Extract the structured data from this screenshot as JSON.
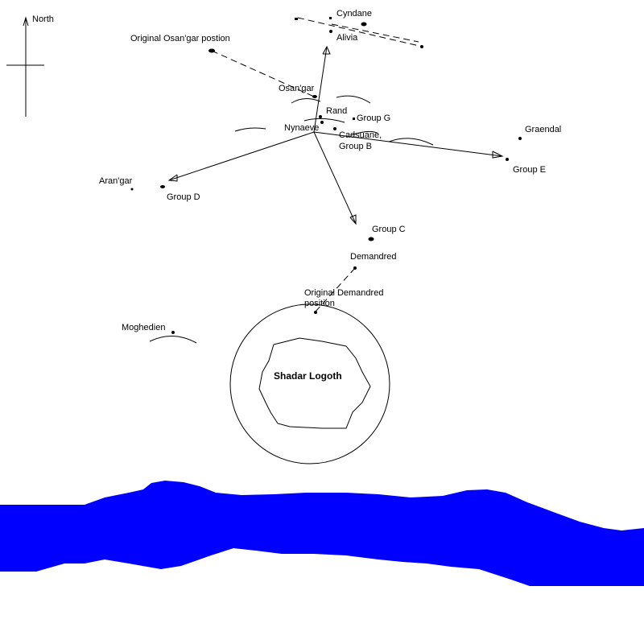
{
  "compass": {
    "label": "North"
  },
  "city": {
    "name": "Shadar Logoth"
  },
  "labels": {
    "cyndane": "Cyndane",
    "alivia": "Alivia",
    "original_osangar": "Original Osan'gar postion",
    "osangar": "Osan'gar",
    "rand": "Rand",
    "group_g": "Group G",
    "nynaeve": "Nynaeve",
    "cadsuane_line1": "Cadsuane,",
    "cadsuane_line2": "Group B",
    "graendal": "Graendal",
    "group_e": "Group E",
    "arangar": "Aran'gar",
    "group_d": "Group D",
    "group_c": "Group C",
    "demandred": "Demandred",
    "original_demandred_line1": "Original Demandred",
    "original_demandred_line2": "position",
    "moghedien": "Moghedien"
  },
  "colors": {
    "river": "#0000ff",
    "ink": "#000000",
    "background": "#ffffff"
  }
}
